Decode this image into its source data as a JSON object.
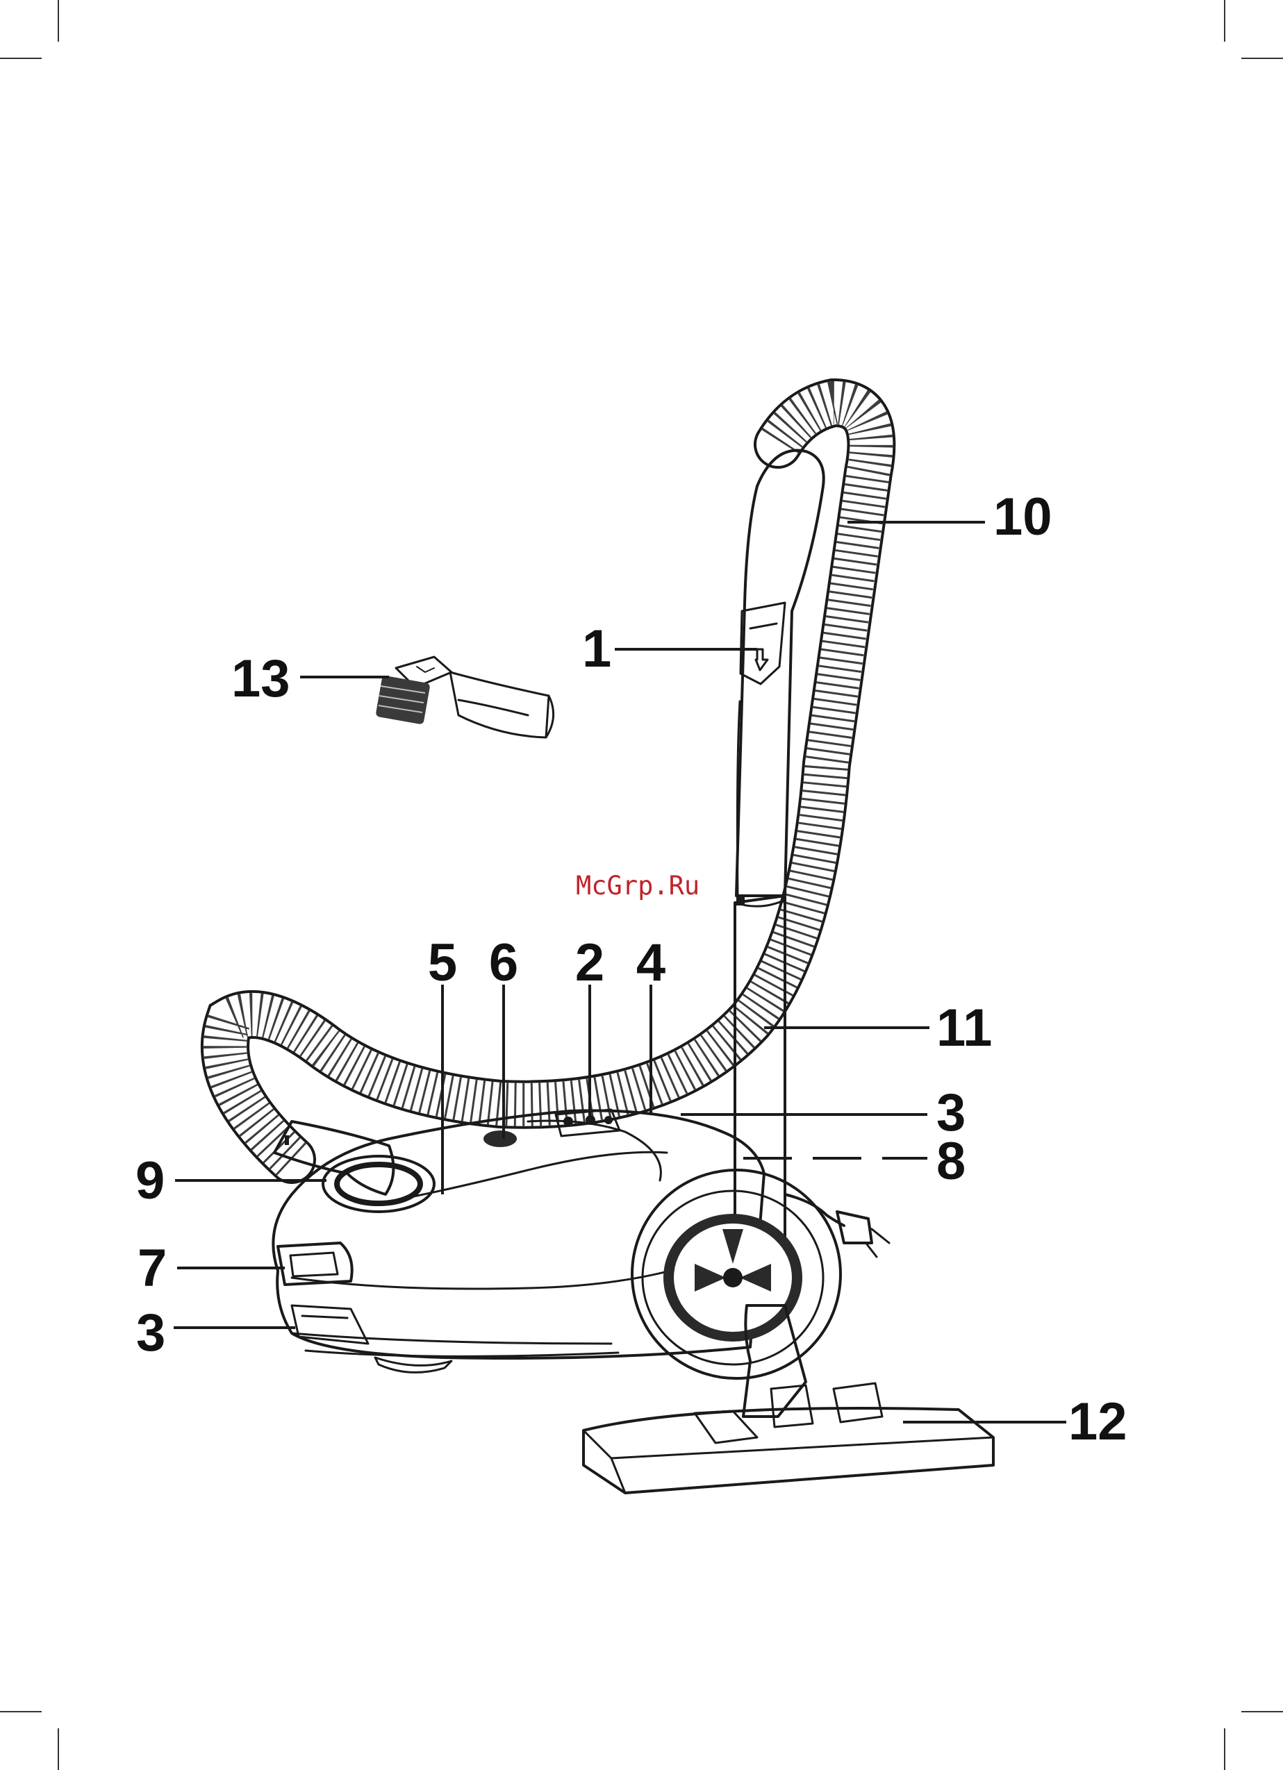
{
  "watermark": "McGrp.Ru",
  "callouts": {
    "c1": "1",
    "c2": "2",
    "c3a": "3",
    "c3b": "3",
    "c4": "4",
    "c5": "5",
    "c6": "6",
    "c7": "7",
    "c8": "8",
    "c9": "9",
    "c10": "10",
    "c11": "11",
    "c12": "12",
    "c13": "13"
  },
  "colors": {
    "ink": "#1a1a1a",
    "watermark": "#c0222b",
    "background": "#ffffff"
  }
}
